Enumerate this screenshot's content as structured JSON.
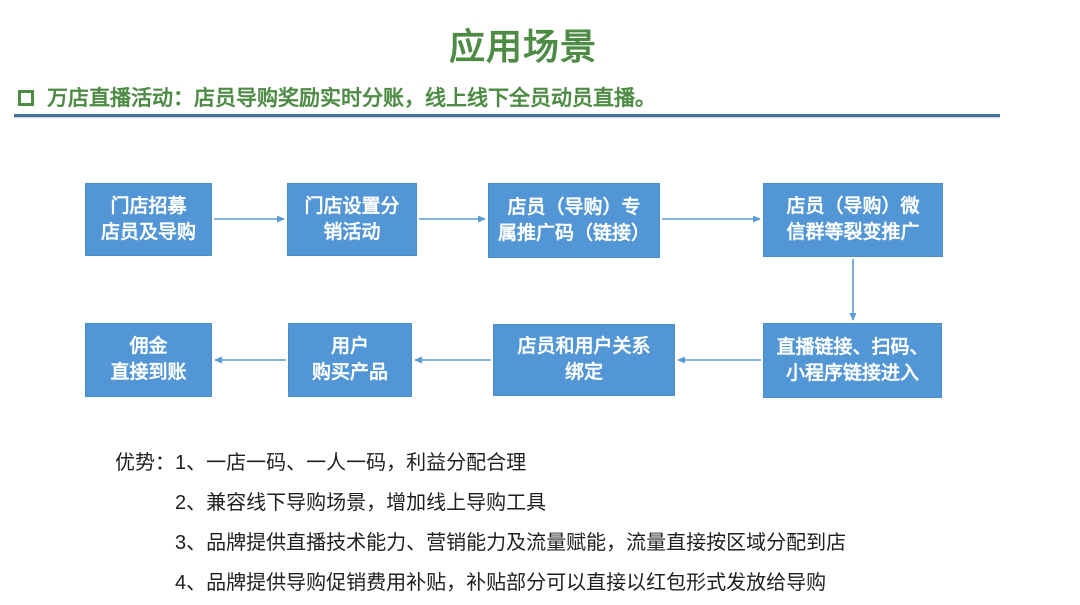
{
  "slide": {
    "title": "应用场景",
    "header": {
      "text": "万店直播活动：店员导购奖励实时分账，线上线下全员动员直播。"
    },
    "flowchart": {
      "boxes": [
        {
          "id": "store-recruit",
          "label": "门店招募\n店员及导购"
        },
        {
          "id": "store-setup",
          "label": "门店设置分\n销活动"
        },
        {
          "id": "promo-code",
          "label": "店员（导购）专\n属推广码（链接）"
        },
        {
          "id": "wechat-fission",
          "label": "店员（导购）微\n信群等裂变推广"
        },
        {
          "id": "live-entry",
          "label": "直播链接、扫码、\n小程序链接进入"
        },
        {
          "id": "relation-bind",
          "label": "店员和用户关系\n绑定"
        },
        {
          "id": "user-purchase",
          "label": "用户\n购买产品"
        },
        {
          "id": "commission-paid",
          "label": "佣金\n直接到账"
        }
      ]
    },
    "advantages": {
      "label": "优势：",
      "items": [
        "1、一店一码、一人一码，利益分配合理",
        "2、兼容线下导购场景，增加线上导购工具",
        "3、品牌提供直播技术能力、营销能力及流量赋能，流量直接按区域分配到店",
        "4、品牌提供导购促销费用补贴，补贴部分可以直接以红包形式发放给导购"
      ]
    },
    "colors": {
      "title_green": "#4E8B45",
      "box_blue": "#5296D5",
      "arrow_blue": "#5B9BD5",
      "divider_blue": "#41719C"
    }
  }
}
